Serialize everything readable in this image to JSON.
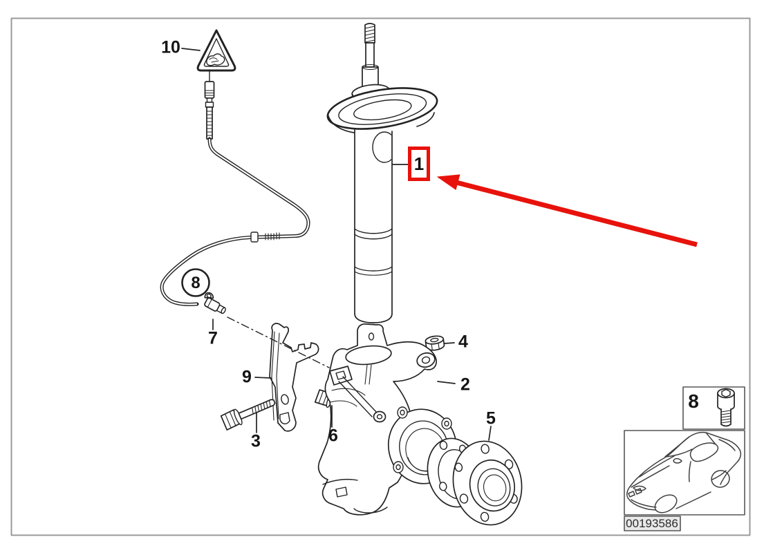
{
  "colors": {
    "line": "#222222",
    "frame": "#9a9a9a",
    "highlight": "#e8120c",
    "label": "#151515"
  },
  "callouts": {
    "strut": "1",
    "steering_knuckle": "2",
    "bracket_bolt": "3",
    "self_locking_nut": "4",
    "wheel_hub_bearing": "5",
    "knuckle_bolt": "6",
    "pulse_sensor": "7",
    "sensor_circle": "8",
    "cable_bracket": "9",
    "warning_triangle": "10"
  },
  "inset": {
    "screw_callout": "8",
    "part_number": "00193586"
  },
  "icons": {
    "warning_triangle": "crush-hazard-warning-triangle-icon",
    "car_thumbnail": "car-outline-icon",
    "socket_screw": "socket-head-screw-icon",
    "highlight_arrow": "red-arrow-icon"
  }
}
